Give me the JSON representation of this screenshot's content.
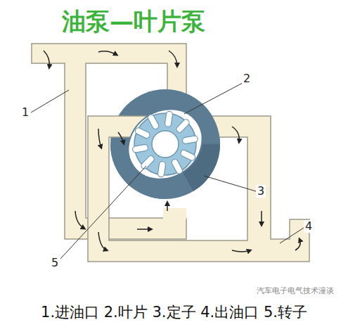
{
  "diagram": {
    "title": "油泵—叶片泵",
    "caption": "1.进油口 2.叶片 3.定子 4.出油口 5.转子",
    "labels": [
      "1",
      "2",
      "3",
      "4",
      "5",
      "汽车电子电气技术漫谈"
    ]
  }
}
